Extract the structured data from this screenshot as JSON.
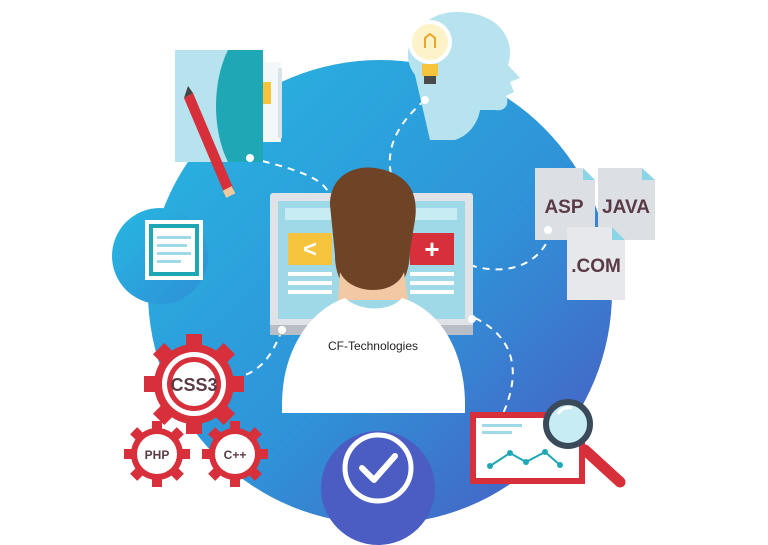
{
  "labels": {
    "shirt_text": "CF-Technologies",
    "doc_asp": "ASP",
    "doc_java": "JAVA",
    "doc_com": ".COM",
    "gear_css": "CSS3",
    "gear_php": "PHP",
    "gear_cpp": "C++"
  },
  "icons": {
    "screen_left": "less-than-icon",
    "screen_right": "plus-icon",
    "check": "checkmark-icon",
    "bulb": "lightbulb-icon",
    "magnifier": "magnifier-icon"
  },
  "colors": {
    "circle_light": "#29b5e0",
    "circle_dark": "#4a5ec4",
    "gear_red": "#d7303b",
    "doc_gray": "#dcdfe4",
    "doc_text": "#5a3a45",
    "hair_brown": "#6e4326",
    "teal": "#1fa7b6"
  }
}
